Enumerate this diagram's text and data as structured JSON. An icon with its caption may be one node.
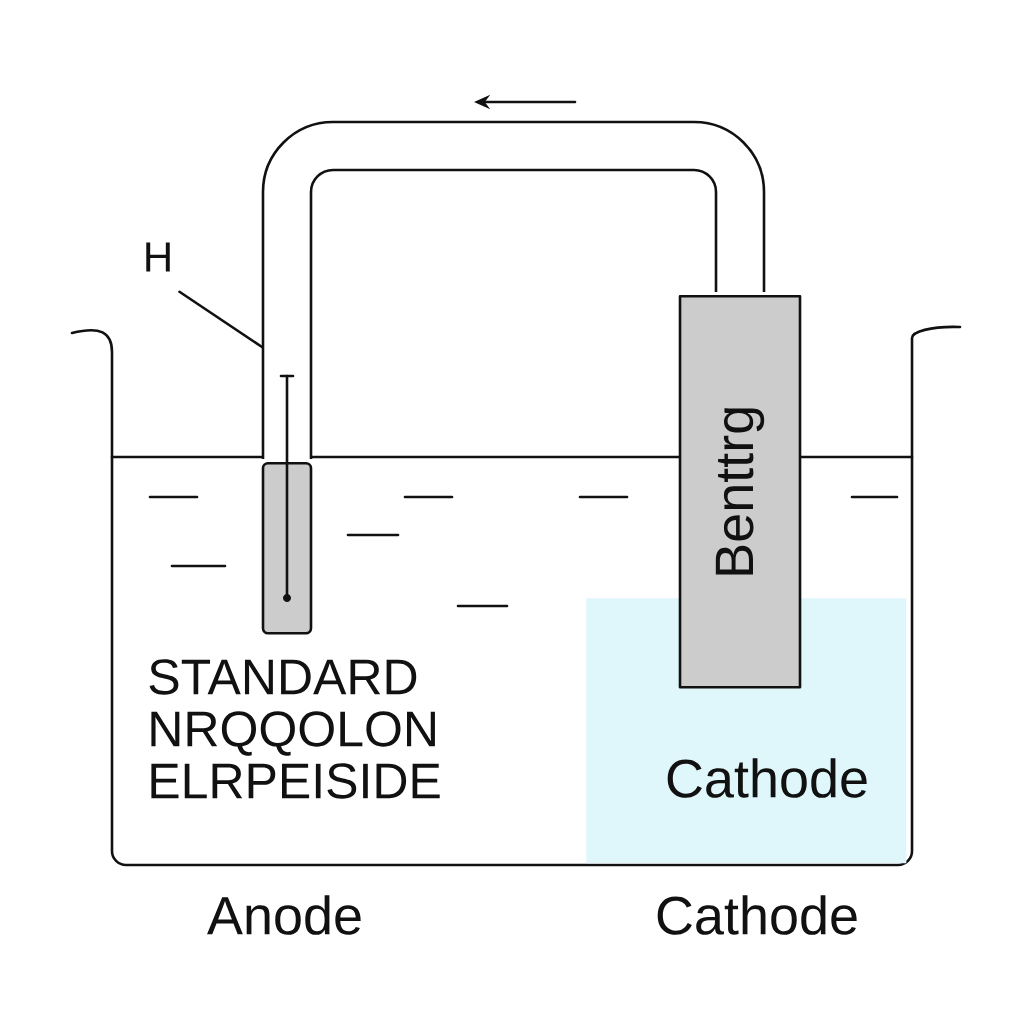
{
  "diagram": {
    "nodes": [
      {
        "text": [
          "H"
        ]
      },
      {
        "text": [
          "STANDARD NRQQOLON ELRPEISIDE"
        ]
      },
      {
        "text": [],
        "shape": "box",
        "in": 1
      },
      {
        "text": [
          "Benttrg"
        ]
      },
      {
        "text": [
          "Cathode"
        ],
        "in": 1
      }
    ],
    "edges": [
      {
        "from": 0,
        "to": null,
        "arrow": "none"
      },
      {
        "from": 2,
        "to": 3,
        "arrow": "none",
        "style": "thick"
      }
    ],
    "labels": [
      "Anode",
      "Cathode"
    ]
  }
}
